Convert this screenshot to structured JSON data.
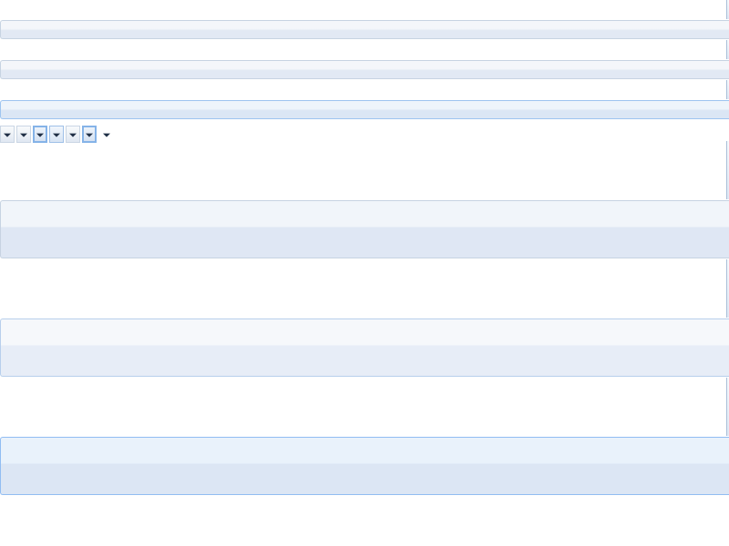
{
  "bars": {
    "row1": {},
    "row2": {},
    "row3": {},
    "row4": {},
    "row5": {},
    "row6": {}
  },
  "dropdowns": [
    {
      "icon": "chevron-down-icon",
      "state": "normal"
    },
    {
      "icon": "chevron-down-icon",
      "state": "normal"
    },
    {
      "icon": "chevron-down-icon",
      "state": "pressed"
    },
    {
      "icon": "chevron-down-icon",
      "state": "hover"
    },
    {
      "icon": "chevron-down-icon",
      "state": "normal"
    },
    {
      "icon": "chevron-down-icon",
      "state": "pressed"
    },
    {
      "icon": "chevron-down-icon",
      "state": "plain"
    }
  ],
  "colors": {
    "accent": "#91bdf2",
    "border": "#c7d3e2",
    "bar_top": "#f1f5fa",
    "bar_bottom": "#dfe7f4"
  }
}
